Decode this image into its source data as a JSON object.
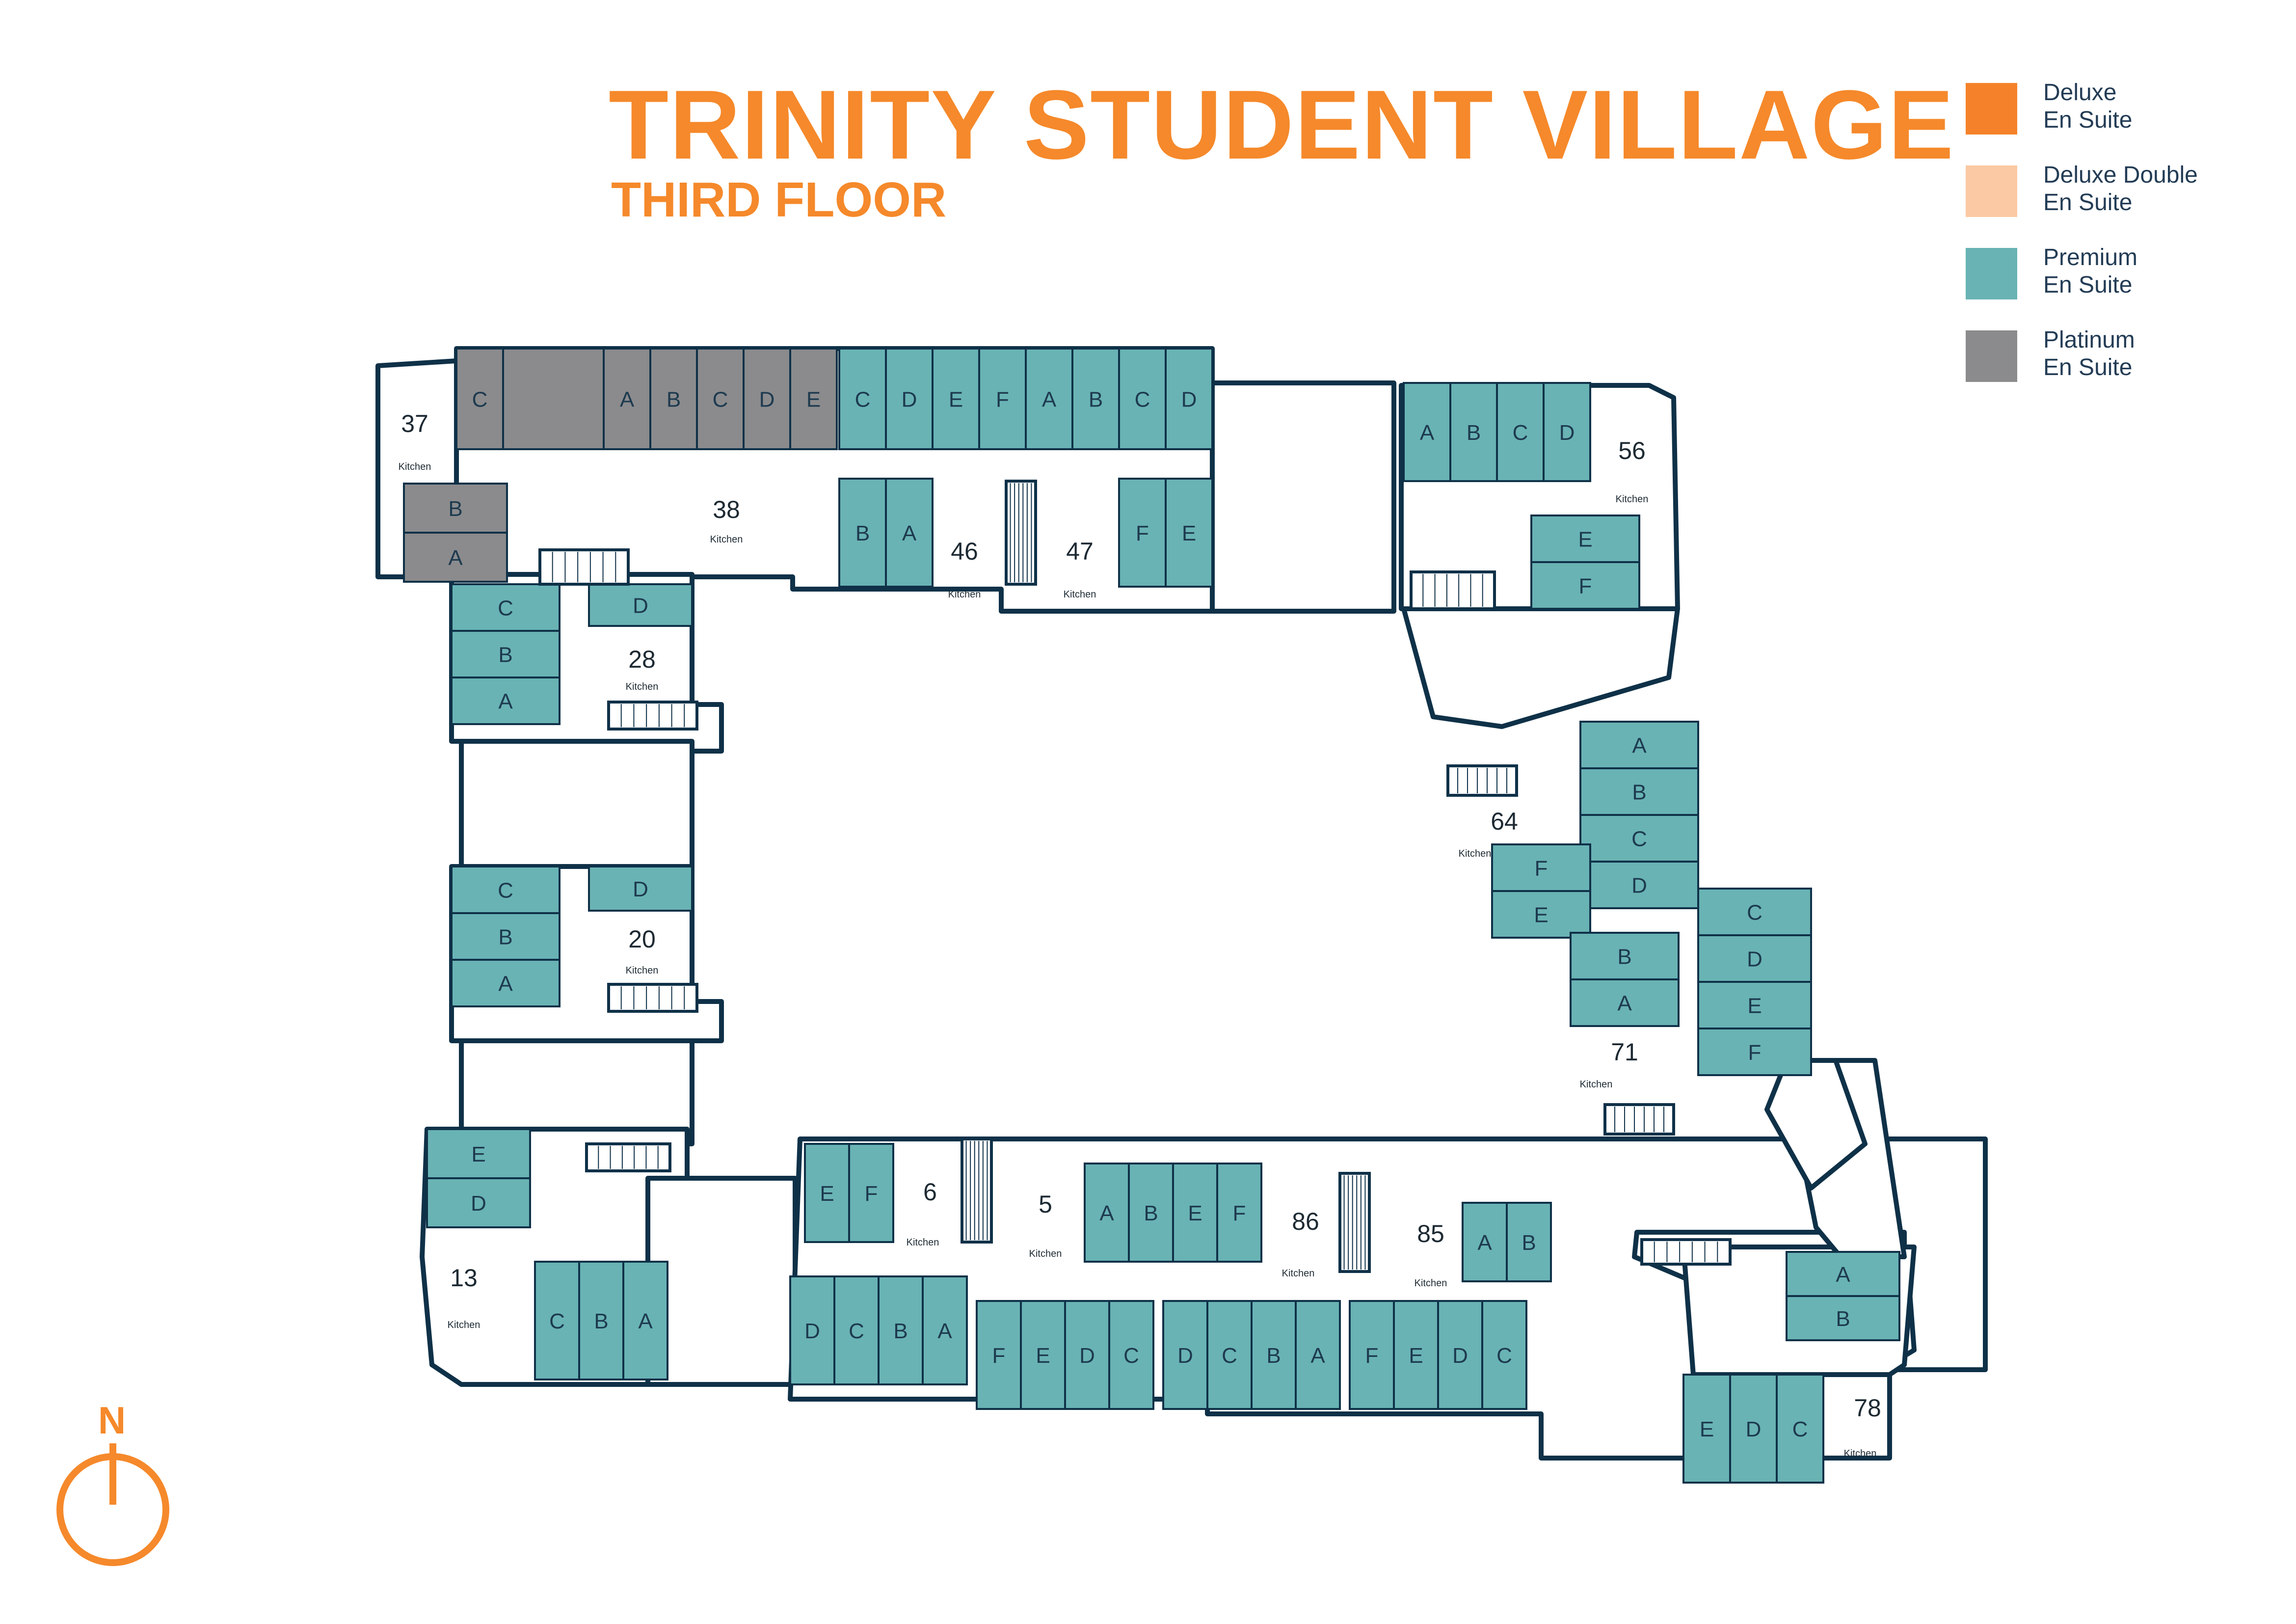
{
  "title": "TRINITY STUDENT VILLAGE",
  "subtitle": "THIRD FLOOR",
  "legend": [
    {
      "line1": "Deluxe",
      "line2": "En Suite",
      "color": "#f5822a"
    },
    {
      "line1": "Deluxe Double",
      "line2": "En Suite",
      "color": "#fbc9a3"
    },
    {
      "line1": "Premium",
      "line2": "En Suite",
      "color": "#69b3b4"
    },
    {
      "line1": "Platinum",
      "line2": "En Suite",
      "color": "#8b8b8d"
    }
  ],
  "colors": {
    "premium": "#69b3b4",
    "platinum": "#8b8b8d",
    "outline": "#0f3148",
    "accent": "#f5892b"
  },
  "kitchen_label": "Kitchen",
  "compass_label": "N",
  "units": [
    "37",
    "38",
    "46",
    "47",
    "56",
    "28",
    "20",
    "64",
    "71",
    "13",
    "6",
    "5",
    "86",
    "85",
    "78"
  ]
}
